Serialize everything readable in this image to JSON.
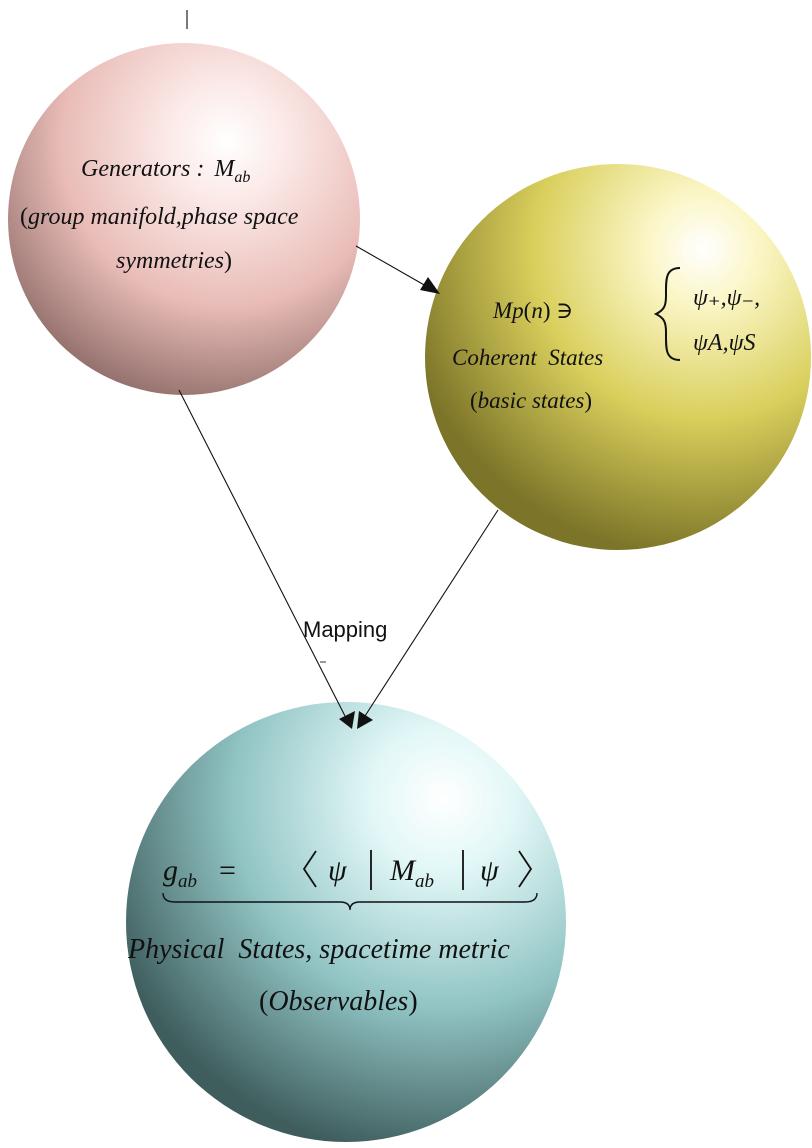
{
  "generators": {
    "line1_text": "Generators :",
    "line1_symbol": "M",
    "line1_subscript": "ab",
    "line2_open": "(",
    "line2_text": "group manifold,phase space",
    "line3_text": "symmetries",
    "line3_close": ")"
  },
  "coherent": {
    "line1_text": "Mp",
    "line1_paren_open": "(",
    "line1_arg": "n",
    "line1_paren_close": ")",
    "line1_symbol": " ∋",
    "line2_text": "Coherent  States",
    "line3_open": "(",
    "line3_text": "basic states",
    "line3_close": ")",
    "brace": "{",
    "states_row1": "ψ₊,ψ₋,",
    "states_row2": "ψA,ψS"
  },
  "physical": {
    "formula_lhs": "g",
    "formula_lhs_sub": "ab",
    "formula_eq": "=",
    "formula_psi1": "ψ",
    "formula_M": "M",
    "formula_M_sub": "ab",
    "formula_psi2": "ψ",
    "line2_text": "Physical  States, spacetime metric",
    "line3_open": "(",
    "line3_text": "Observables",
    "line3_close": ")"
  },
  "arrow_label": "Mapping",
  "colors": {
    "generators_sphere": "#e7b7b3",
    "coherent_sphere": "#d8cf5a",
    "physical_sphere": "#8fc3c3",
    "line": "#111111"
  }
}
